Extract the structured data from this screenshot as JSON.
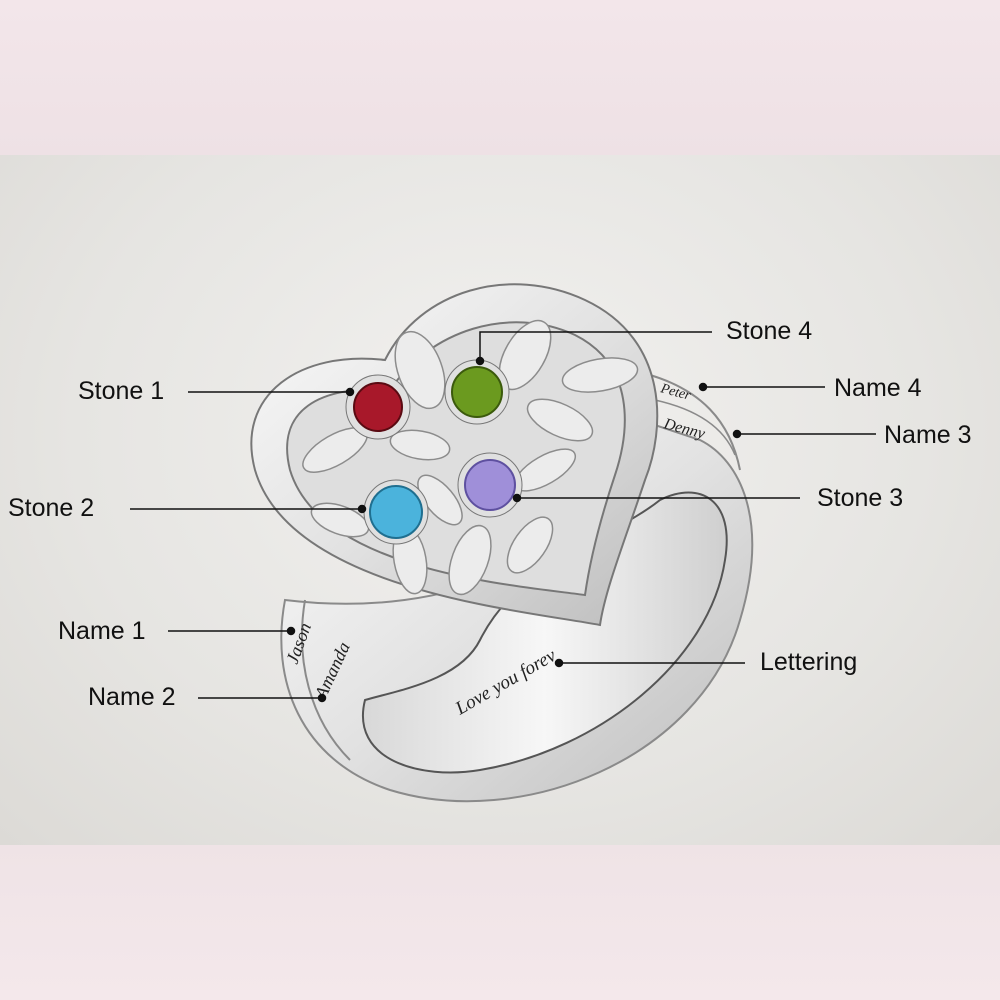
{
  "labels": {
    "stone1": "Stone 1",
    "stone2": "Stone 2",
    "stone3": "Stone 3",
    "stone4": "Stone 4",
    "name1": "Name 1",
    "name2": "Name 2",
    "name3": "Name 3",
    "name4": "Name 4",
    "lettering": "Lettering"
  },
  "engravings": {
    "name1": "Jason",
    "name2": "Amanda",
    "name3": "Denny",
    "name4": "Peter",
    "lettering": "Love you forev"
  },
  "stone_colors": {
    "stone1": "#a8182a",
    "stone2": "#4bb3dc",
    "stone3": "#9f8fd9",
    "stone4": "#6b9a1f"
  }
}
